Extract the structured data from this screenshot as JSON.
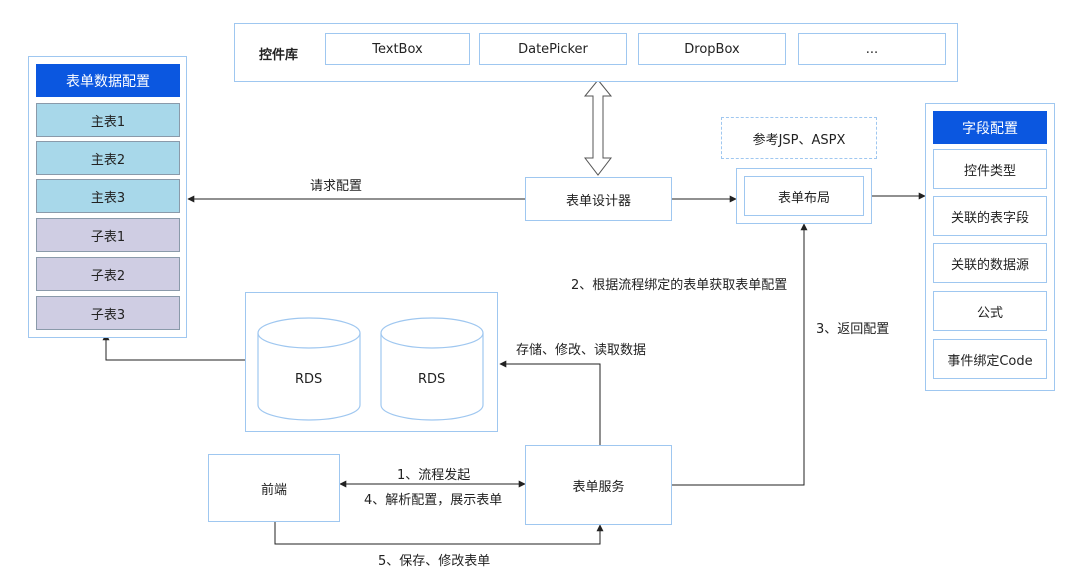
{
  "control_library": {
    "title": "控件库",
    "items": [
      "TextBox",
      "DatePicker",
      "DropBox",
      "..."
    ]
  },
  "form_data_config": {
    "title": "表单数据配置",
    "main_tables": [
      "主表1",
      "主表2",
      "主表3"
    ],
    "sub_tables": [
      "子表1",
      "子表2",
      "子表3"
    ]
  },
  "field_config": {
    "title": "字段配置",
    "items": [
      "控件类型",
      "关联的表字段",
      "关联的数据源",
      "公式",
      "事件绑定Code"
    ]
  },
  "nodes": {
    "reference_note": "参考JSP、ASPX",
    "form_designer": "表单设计器",
    "form_layout": "表单布局",
    "frontend": "前端",
    "form_service": "表单服务",
    "rds_1": "RDS",
    "rds_2": "RDS"
  },
  "edges": {
    "request_config": "请求配置",
    "get_form_config": "2、根据流程绑定的表单获取表单配置",
    "return_config": "3、返回配置",
    "storage": "存储、修改、读取数据",
    "flow_start": "1、流程发起",
    "parse_config": "4、解析配置，展示表单",
    "save_modify": "5、保存、修改表单"
  },
  "colors": {
    "header_blue": "#0b57e0",
    "main_table_fill": "#a8d8ea",
    "sub_table_fill": "#cfcde3",
    "box_border": "#9fc7f0"
  }
}
